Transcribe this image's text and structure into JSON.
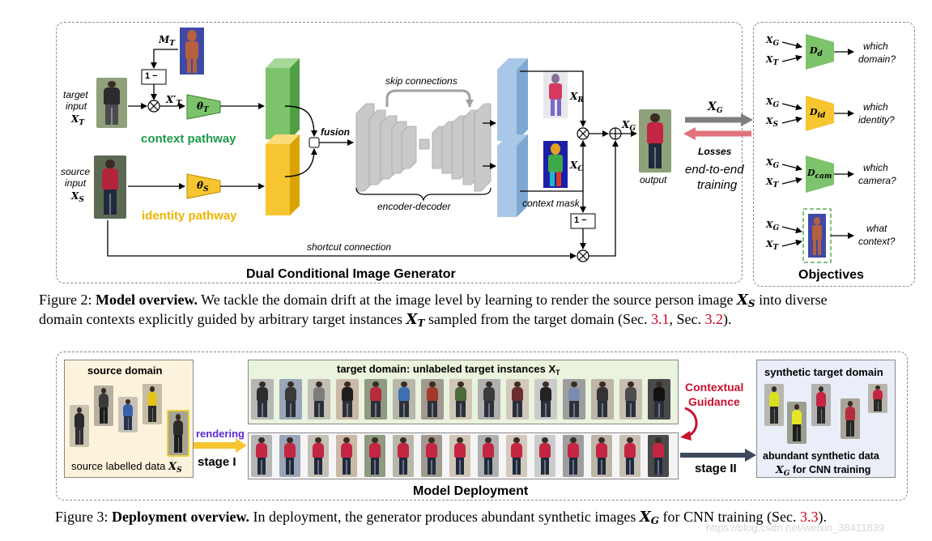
{
  "figure2": {
    "box_title": "Dual Conditional Image Generator",
    "mask_label": "M",
    "mask_sub": "T",
    "one_minus": "1 −",
    "target_input": "target",
    "target_input2": "input",
    "xt_label": "X",
    "xt_sub": "T",
    "xt_prime_label": "X′",
    "xt_prime_sub": "T",
    "theta_t": "θ",
    "theta_t_sub": "T",
    "context_pathway": "context pathway",
    "source_input": "source",
    "source_input2": "input",
    "xs_label": "X",
    "xs_sub": "S",
    "theta_s": "θ",
    "theta_s_sub": "S",
    "identity_pathway": "identity pathway",
    "fusion": "fusion",
    "skip_connections": "skip connections",
    "encoder_decoder": "encoder-decoder",
    "xr_label": "X",
    "xr_sub": "R",
    "xc_label": "X",
    "xc_sub": "C",
    "context_mask": "context mask",
    "one_minus_2": "1 −",
    "shortcut": "shortcut connection",
    "xg_label": "X",
    "xg_sub": "G",
    "output": "output",
    "xg_arrow_label": "X",
    "xg_arrow_sub": "G",
    "losses": "Losses",
    "end_to_end": "end-to-end",
    "training": "training",
    "objectives_title": "Objectives",
    "objectives": [
      {
        "in1": "X",
        "in1_sub": "G",
        "in2": "X",
        "in2_sub": "T",
        "disc": "D",
        "disc_sub": "d",
        "q1": "which",
        "q2": "domain?"
      },
      {
        "in1": "X",
        "in1_sub": "G",
        "in2": "X",
        "in2_sub": "S",
        "disc": "D",
        "disc_sub": "id",
        "q1": "which",
        "q2": "identity?"
      },
      {
        "in1": "X",
        "in1_sub": "G",
        "in2": "X",
        "in2_sub": "T",
        "disc": "D",
        "disc_sub": "cam",
        "q1": "which",
        "q2": "camera?"
      },
      {
        "in1": "X",
        "in1_sub": "G",
        "in2": "X",
        "in2_sub": "T",
        "disc": "",
        "disc_sub": "",
        "q1": "what",
        "q2": "context?"
      }
    ],
    "caption_prefix": "Figure 2: ",
    "caption_bold": "Model overview.",
    "caption_line1_a": " We tackle the domain drift at the image level by learning to render the source person image ",
    "caption_xs": "X",
    "caption_xs_sub": "S",
    "caption_line1_b": " into diverse",
    "caption_line2_a": "domain contexts explicitly guided by arbitrary target instances ",
    "caption_xt": "X",
    "caption_xt_sub": "T",
    "caption_line2_b": " sampled from the target domain (Sec. ",
    "caption_ref1": "3.1",
    "caption_line2_c": ", Sec. ",
    "caption_ref2": "3.2",
    "caption_line2_d": ")."
  },
  "figure3": {
    "box_title": "Model Deployment",
    "source_domain": "source domain",
    "source_labelled": "source labelled data ",
    "source_x": "X",
    "source_x_sub": "S",
    "target_domain_title": "target domain: unlabeled target instances X",
    "target_domain_sub": "T",
    "contextual": "Contextual",
    "guidance": "Guidance",
    "rendering": "rendering",
    "stage1": "stage I",
    "stage2": "stage II",
    "synthetic_title": "synthetic target domain",
    "abundant": "abundant synthetic data",
    "abundant2_x": "X",
    "abundant2_sub": "G",
    "abundant2_rest": " for CNN training",
    "caption_prefix": "Figure 3: ",
    "caption_bold": "Deployment overview.",
    "caption_a": " In deployment, the generator produces abundant synthetic images ",
    "caption_x": "X",
    "caption_sub": "G",
    "caption_b": " for CNN training (Sec. ",
    "caption_ref": "3.3",
    "caption_c": ")."
  },
  "watermark": "https://blog.csdn.net/weixin_38411839",
  "colors": {
    "green": "#7dc36b",
    "yellow": "#f7c531",
    "blue": "#a9c8e8",
    "gray_block": "#c9c9c9",
    "context_text": "#1f9a4b",
    "identity_text": "#f0b400",
    "red_ref": "#d0021b",
    "rendering_text": "#5b2bd6",
    "contextual_text": "#c8102e",
    "source_bg": "#fbf3dc",
    "target_bg": "#eaf3dd",
    "synthetic_bg": "#e9eef8"
  }
}
